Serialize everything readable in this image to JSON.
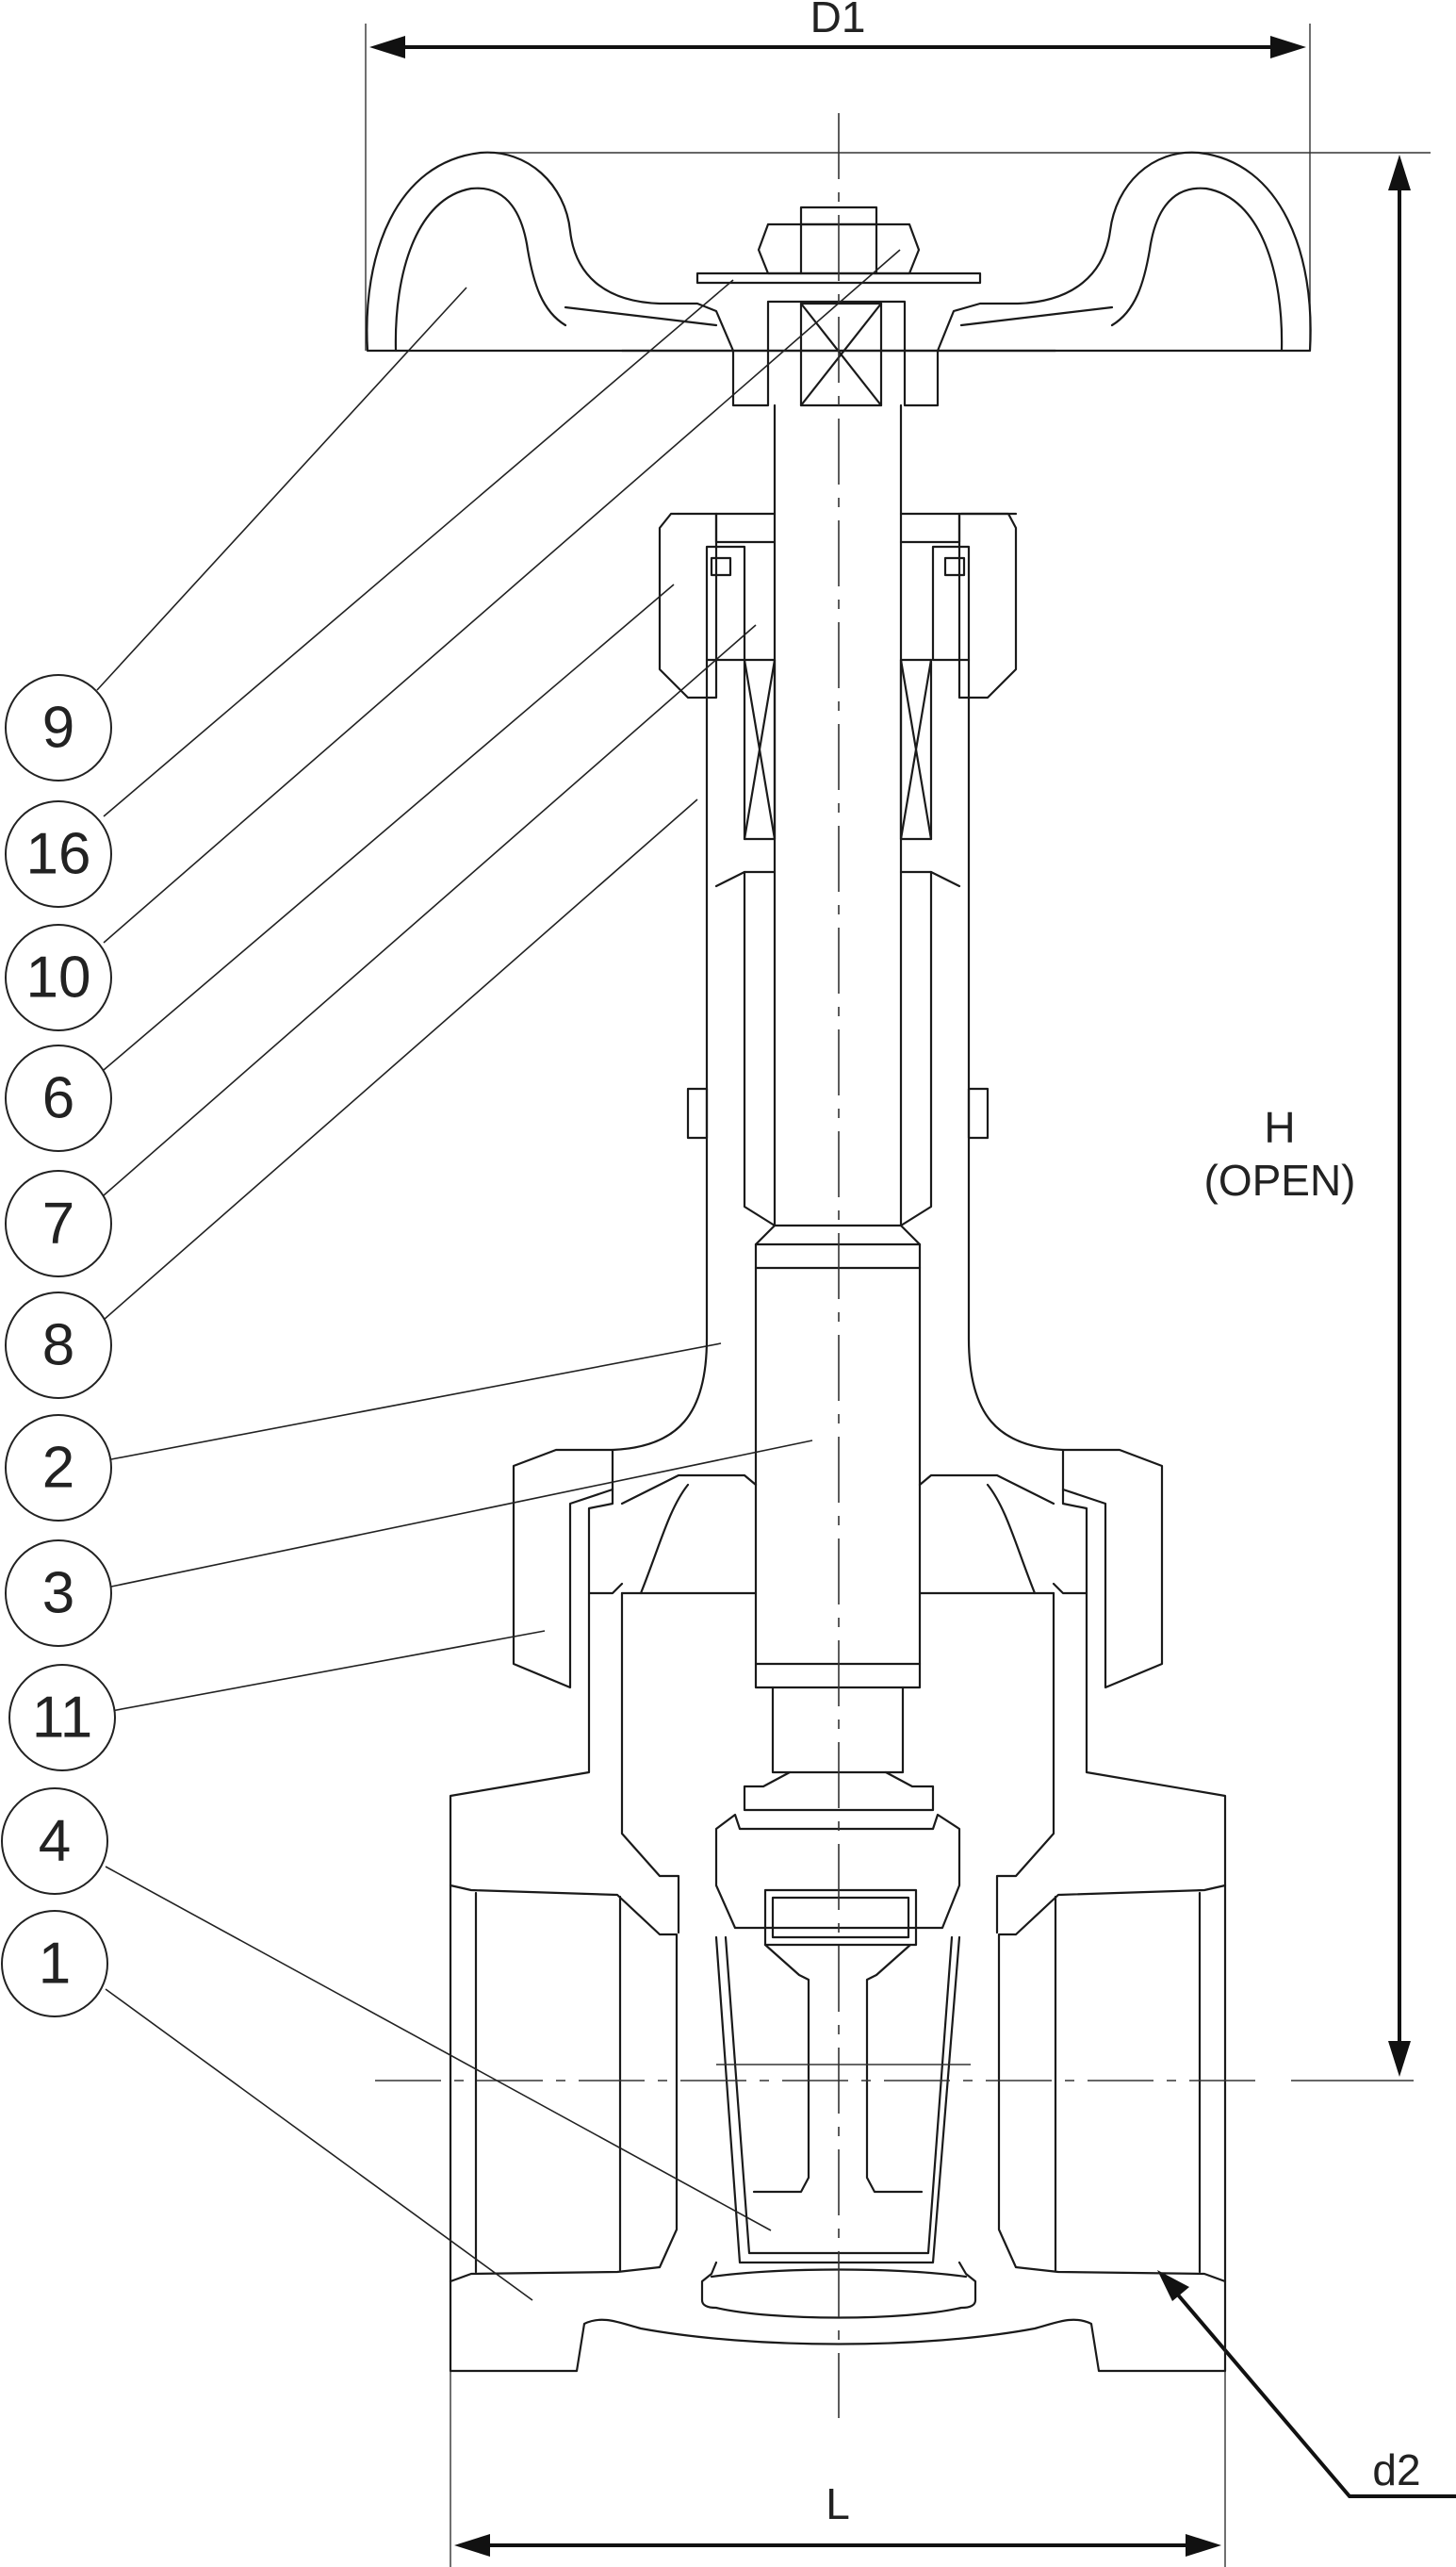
{
  "dimensions": {
    "top_width": "D1",
    "height_label": "H",
    "height_note": "(OPEN)",
    "length": "L",
    "port": "d2"
  },
  "callouts": [
    "9",
    "16",
    "10",
    "6",
    "7",
    "8",
    "2",
    "3",
    "11",
    "4",
    "1"
  ]
}
